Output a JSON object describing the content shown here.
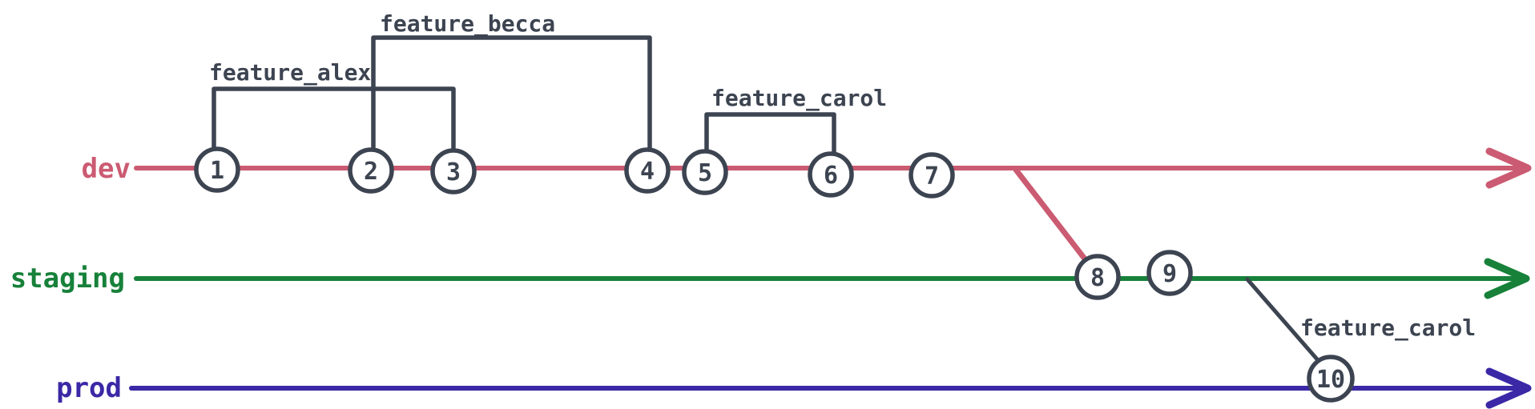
{
  "diagram": {
    "kind": "git-branch-graph"
  },
  "branches": [
    {
      "label": "dev",
      "color": "#cb5b72"
    },
    {
      "label": "staging",
      "color": "#17813a"
    },
    {
      "label": "prod",
      "color": "#3a28a6"
    }
  ],
  "commits": [
    {
      "id": "1",
      "branch": "dev"
    },
    {
      "id": "2",
      "branch": "dev"
    },
    {
      "id": "3",
      "branch": "dev"
    },
    {
      "id": "4",
      "branch": "dev"
    },
    {
      "id": "5",
      "branch": "dev"
    },
    {
      "id": "6",
      "branch": "dev"
    },
    {
      "id": "7",
      "branch": "dev"
    },
    {
      "id": "8",
      "branch": "staging"
    },
    {
      "id": "9",
      "branch": "staging"
    },
    {
      "id": "10",
      "branch": "prod"
    }
  ],
  "feature_brackets": [
    {
      "label": "feature_alex",
      "from_commit": "1",
      "to_commit": "3"
    },
    {
      "label": "feature_becca",
      "from_commit": "2",
      "to_commit": "4"
    },
    {
      "label": "feature_carol",
      "from_commit": "5",
      "to_commit": "6"
    }
  ],
  "merge_edges": [
    {
      "from_branch": "dev",
      "to_branch": "staging",
      "at_commit": "8"
    },
    {
      "from_branch": "staging",
      "to_branch": "prod",
      "at_commit": "10",
      "label": "feature_carol"
    }
  ],
  "colors": {
    "dev_line": "#cb5b72",
    "staging_line": "#17813a",
    "prod_line": "#3a28a6",
    "node_stroke": "#3d4451",
    "node_fill": "#ffffff",
    "label_text": "#3d4451",
    "background": "#ffffff"
  }
}
